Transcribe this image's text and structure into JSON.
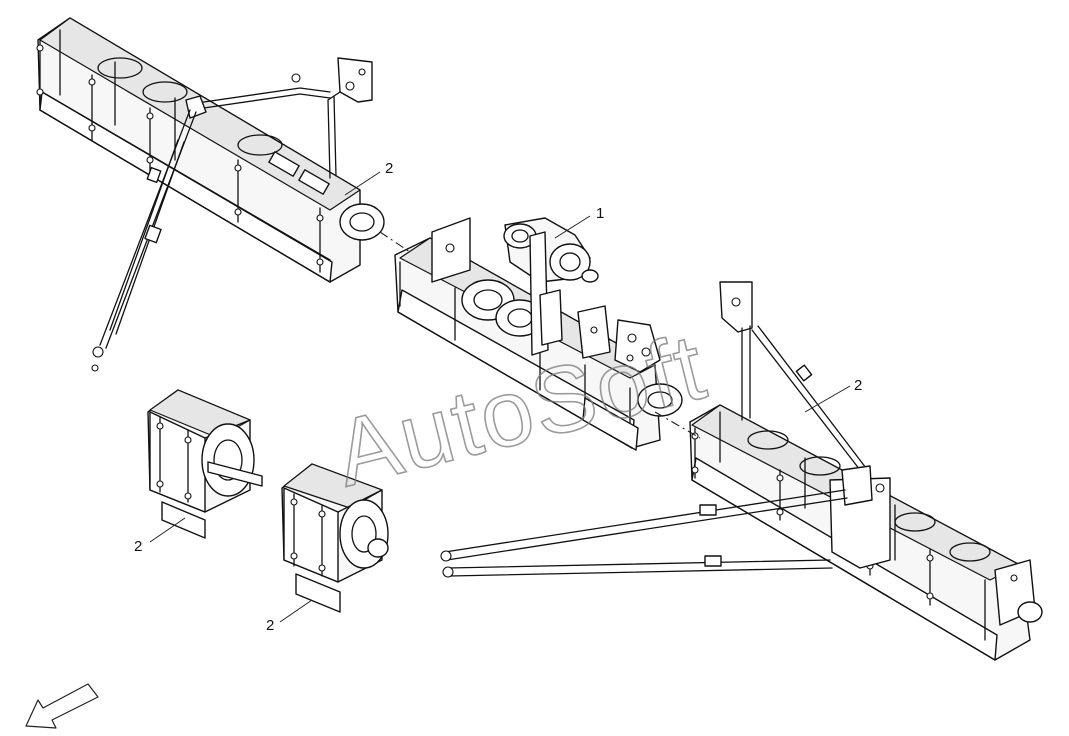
{
  "diagram": {
    "watermark": "AutoSoft",
    "callouts": [
      {
        "id": "c1",
        "label": "1"
      },
      {
        "id": "c2",
        "label": "2"
      },
      {
        "id": "c3",
        "label": "2"
      },
      {
        "id": "c4",
        "label": "2"
      },
      {
        "id": "c5",
        "label": "2"
      }
    ],
    "direction_arrow_icon": "front-arrow-icon"
  }
}
